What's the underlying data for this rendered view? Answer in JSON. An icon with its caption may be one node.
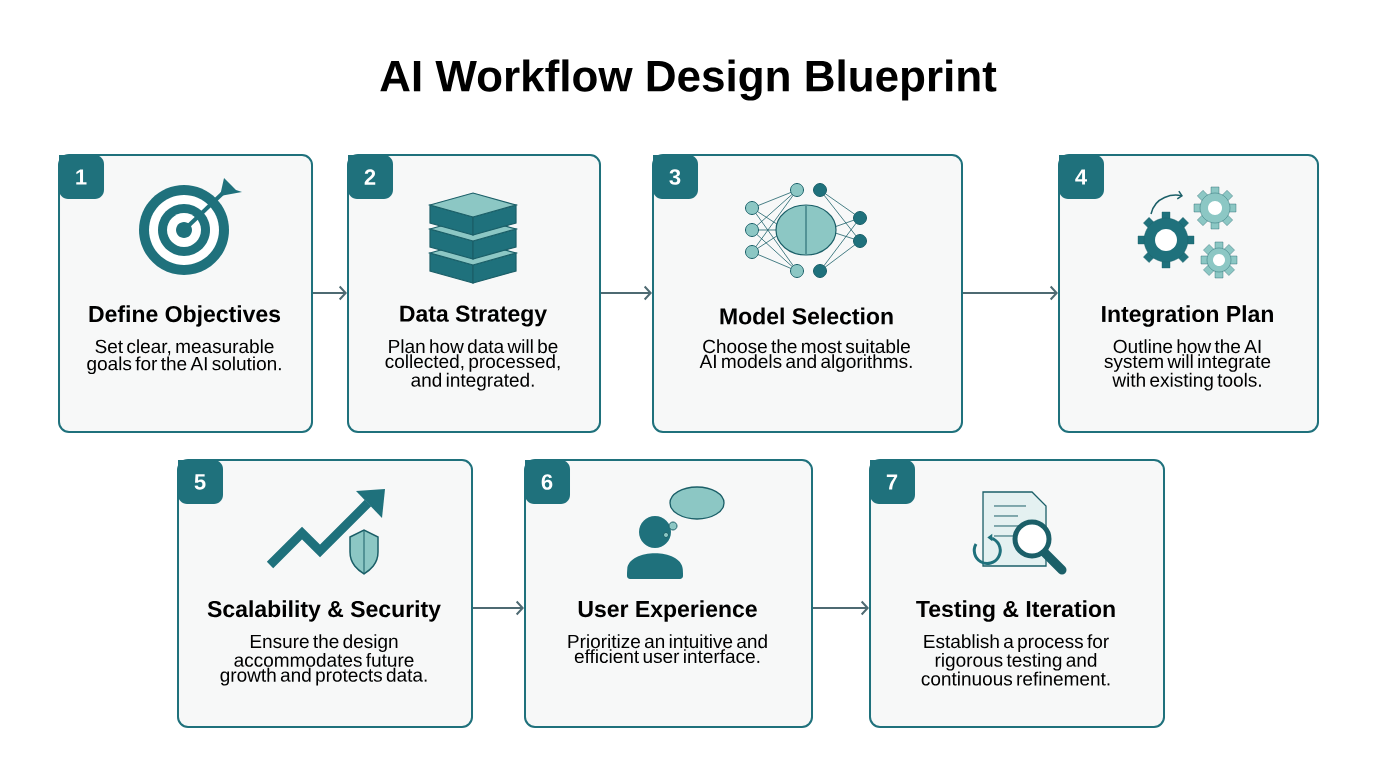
{
  "diagram": {
    "title": "AI Workflow Design Blueprint",
    "nodes": [
      {
        "text": [
          "1",
          "Define Objectives",
          "Set clear, measurable goals for the AI solution."
        ]
      },
      {
        "text": [
          "2",
          "Data Strategy",
          "Plan how data will be collected, processed, and integrated."
        ]
      },
      {
        "text": [
          "3",
          "Model Selection",
          "Choose the most suitable AI models and algorithms."
        ]
      },
      {
        "text": [
          "4",
          "Integration Plan",
          "Outline how the AI system will integrate with existing tools."
        ]
      },
      {
        "text": [
          "5",
          "Scalability & Security",
          "Ensure the design accommodates future growth and protects data."
        ]
      },
      {
        "text": [
          "6",
          "User Experience",
          "Prioritize an intuitive and efficient user interface."
        ]
      },
      {
        "text": [
          "7",
          "Testing & Iteration",
          "Establish a process for rigorous testing and continuous refinement."
        ]
      }
    ],
    "edges": [
      {
        "from": 0,
        "to": 1,
        "arrow": "to"
      },
      {
        "from": 1,
        "to": 2,
        "arrow": "to"
      },
      {
        "from": 2,
        "to": 3,
        "arrow": "to"
      },
      {
        "from": 4,
        "to": 5,
        "arrow": "to"
      },
      {
        "from": 5,
        "to": 6,
        "arrow": "to"
      }
    ]
  }
}
